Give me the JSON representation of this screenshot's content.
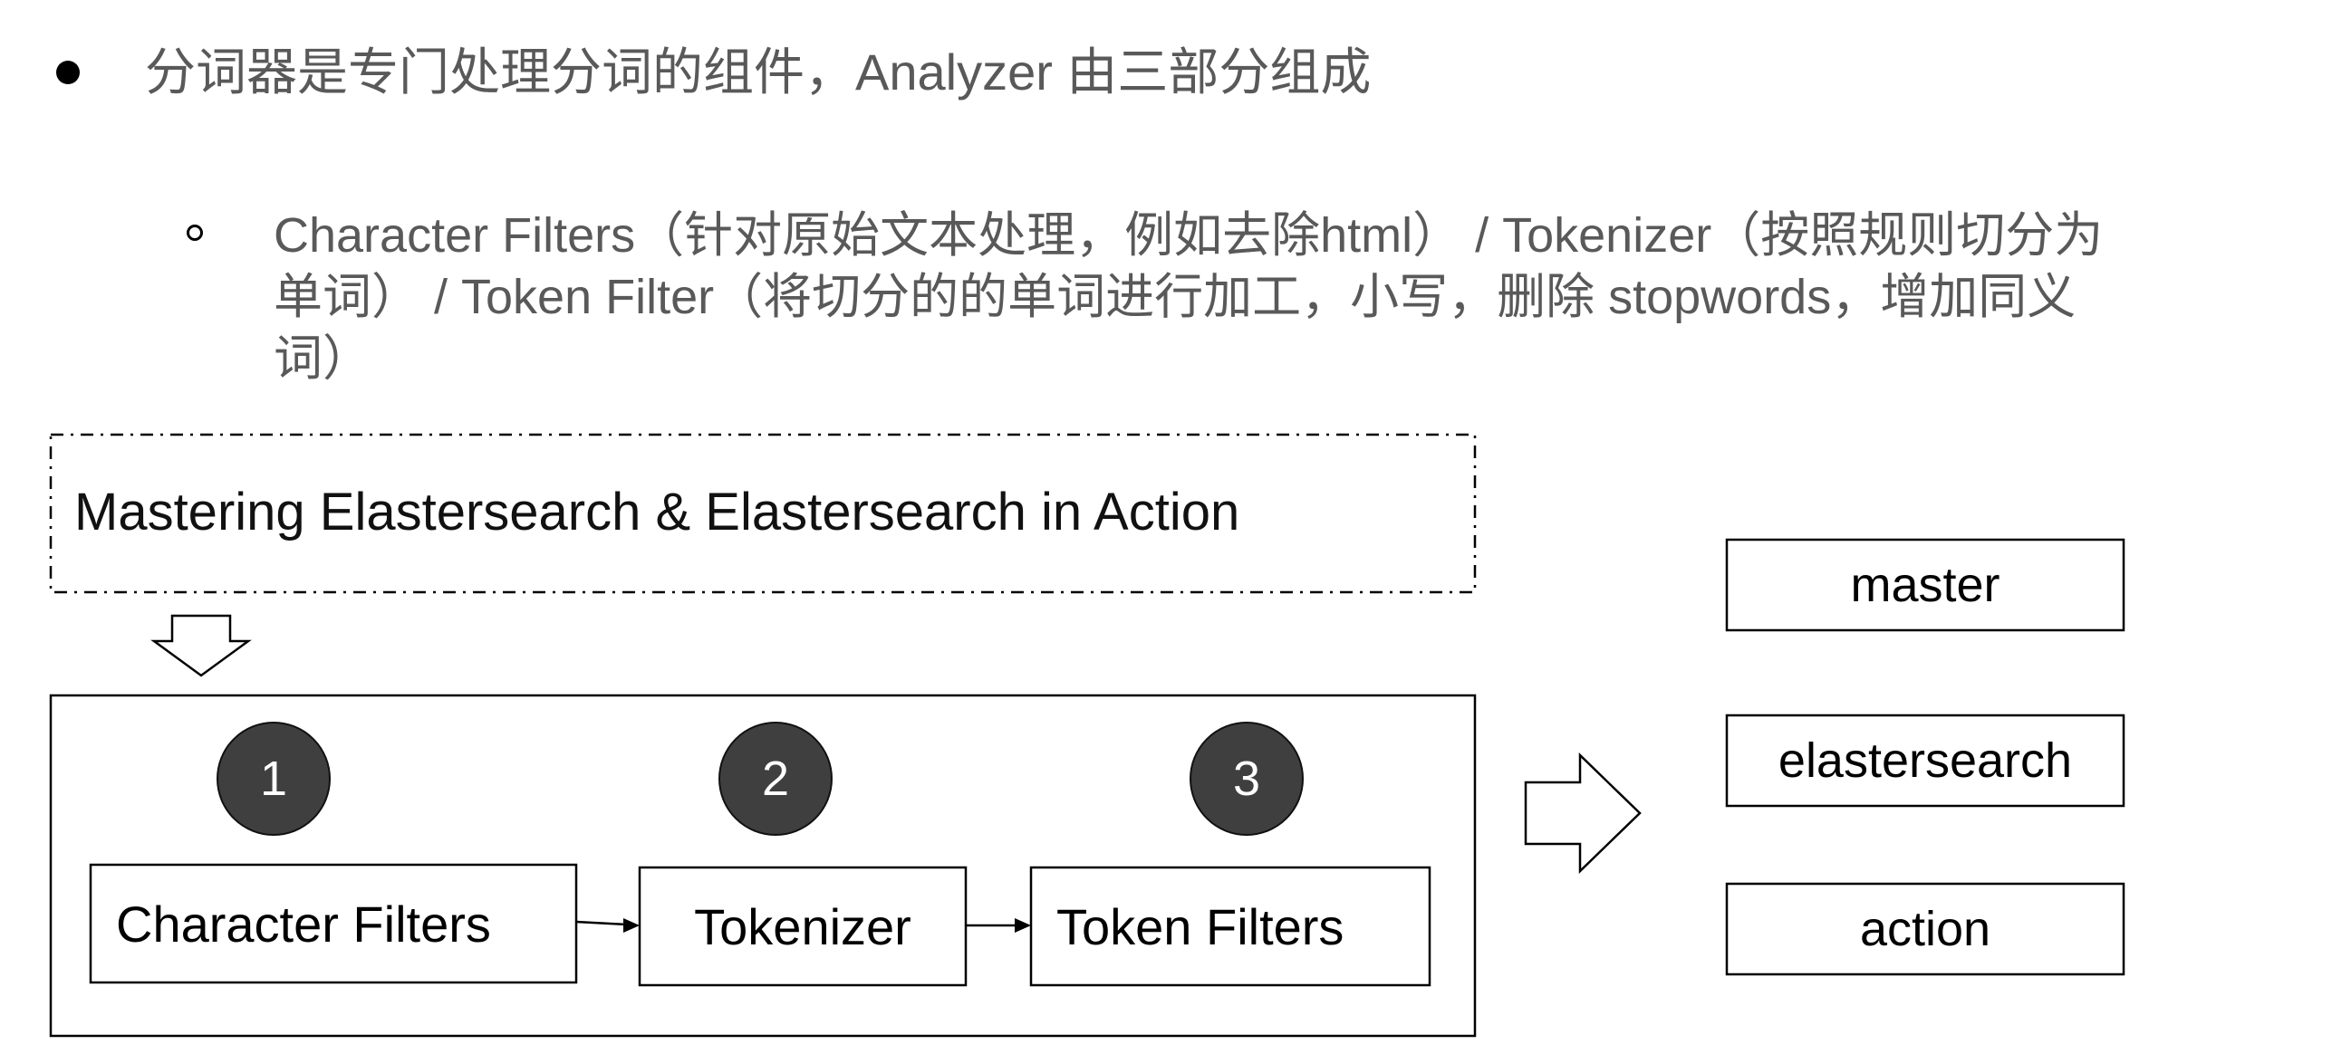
{
  "bullet": {
    "text": "分词器是专门处理分词的组件，Analyzer 由三部分组成"
  },
  "sub_bullet": {
    "text": "Character Filters（针对原始文本处理，例如去除html） / Tokenizer（按照规则切分为单词） / Token Filter（将切分的的单词进行加工，小写，删除 stopwords，增加同义词）"
  },
  "diagram": {
    "input_text": "Mastering Elastersearch & Elastersearch in Action",
    "stages": [
      {
        "number": "1",
        "label": "Character Filters"
      },
      {
        "number": "2",
        "label": "Tokenizer"
      },
      {
        "number": "3",
        "label": "Token Filters"
      }
    ],
    "output_tokens": [
      "master",
      "elastersearch",
      "action"
    ],
    "colors": {
      "circle_fill": "#3f3f3f",
      "stroke": "#000000",
      "body_text": "#595959"
    }
  }
}
